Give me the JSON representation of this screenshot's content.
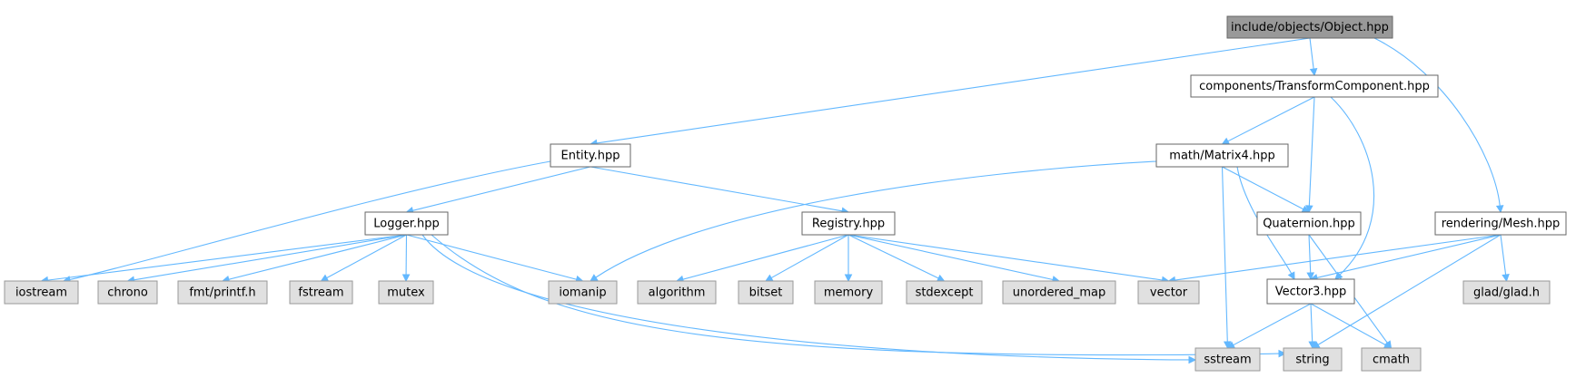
{
  "colors": {
    "edge": "#63b8ff",
    "root_fill": "#999999",
    "root_stroke": "#666666",
    "local_fill": "#ffffff",
    "local_stroke": "#666666",
    "system_fill": "#e0e0e0",
    "system_stroke": "#999999"
  },
  "nodes": [
    {
      "id": "object",
      "label": "include/objects/Object.hpp",
      "kind": "root"
    },
    {
      "id": "transform",
      "label": "components/TransformComponent.hpp",
      "kind": "local"
    },
    {
      "id": "entity",
      "label": "Entity.hpp",
      "kind": "local"
    },
    {
      "id": "matrix4",
      "label": "math/Matrix4.hpp",
      "kind": "local"
    },
    {
      "id": "logger",
      "label": "Logger.hpp",
      "kind": "local"
    },
    {
      "id": "registry",
      "label": "Registry.hpp",
      "kind": "local"
    },
    {
      "id": "quaternion",
      "label": "Quaternion.hpp",
      "kind": "local"
    },
    {
      "id": "mesh",
      "label": "rendering/Mesh.hpp",
      "kind": "local"
    },
    {
      "id": "vector3",
      "label": "Vector3.hpp",
      "kind": "local"
    },
    {
      "id": "iostream",
      "label": "iostream",
      "kind": "system"
    },
    {
      "id": "chrono",
      "label": "chrono",
      "kind": "system"
    },
    {
      "id": "fmt",
      "label": "fmt/printf.h",
      "kind": "system"
    },
    {
      "id": "fstream",
      "label": "fstream",
      "kind": "system"
    },
    {
      "id": "mutex",
      "label": "mutex",
      "kind": "system"
    },
    {
      "id": "iomanip",
      "label": "iomanip",
      "kind": "system"
    },
    {
      "id": "algorithm",
      "label": "algorithm",
      "kind": "system"
    },
    {
      "id": "bitset",
      "label": "bitset",
      "kind": "system"
    },
    {
      "id": "memory",
      "label": "memory",
      "kind": "system"
    },
    {
      "id": "stdexcept",
      "label": "stdexcept",
      "kind": "system"
    },
    {
      "id": "unordered_map",
      "label": "unordered_map",
      "kind": "system"
    },
    {
      "id": "vector",
      "label": "vector",
      "kind": "system"
    },
    {
      "id": "glad",
      "label": "glad/glad.h",
      "kind": "system"
    },
    {
      "id": "sstream",
      "label": "sstream",
      "kind": "system"
    },
    {
      "id": "string",
      "label": "string",
      "kind": "system"
    },
    {
      "id": "cmath",
      "label": "cmath",
      "kind": "system"
    }
  ],
  "edges": [
    {
      "from": "object",
      "to": "entity"
    },
    {
      "from": "object",
      "to": "transform"
    },
    {
      "from": "object",
      "to": "mesh"
    },
    {
      "from": "transform",
      "to": "matrix4"
    },
    {
      "from": "transform",
      "to": "quaternion"
    },
    {
      "from": "transform",
      "to": "vector3"
    },
    {
      "from": "entity",
      "to": "logger"
    },
    {
      "from": "entity",
      "to": "registry"
    },
    {
      "from": "entity",
      "to": "iostream"
    },
    {
      "from": "matrix4",
      "to": "iomanip"
    },
    {
      "from": "matrix4",
      "to": "quaternion"
    },
    {
      "from": "matrix4",
      "to": "vector3"
    },
    {
      "from": "matrix4",
      "to": "sstream"
    },
    {
      "from": "logger",
      "to": "iostream"
    },
    {
      "from": "logger",
      "to": "chrono"
    },
    {
      "from": "logger",
      "to": "fmt"
    },
    {
      "from": "logger",
      "to": "fstream"
    },
    {
      "from": "logger",
      "to": "mutex"
    },
    {
      "from": "logger",
      "to": "iomanip"
    },
    {
      "from": "logger",
      "to": "sstream"
    },
    {
      "from": "logger",
      "to": "string"
    },
    {
      "from": "registry",
      "to": "algorithm"
    },
    {
      "from": "registry",
      "to": "bitset"
    },
    {
      "from": "registry",
      "to": "memory"
    },
    {
      "from": "registry",
      "to": "stdexcept"
    },
    {
      "from": "registry",
      "to": "unordered_map"
    },
    {
      "from": "registry",
      "to": "vector"
    },
    {
      "from": "quaternion",
      "to": "vector3"
    },
    {
      "from": "quaternion",
      "to": "cmath"
    },
    {
      "from": "mesh",
      "to": "vector"
    },
    {
      "from": "mesh",
      "to": "vector3"
    },
    {
      "from": "mesh",
      "to": "glad"
    },
    {
      "from": "mesh",
      "to": "string"
    },
    {
      "from": "vector3",
      "to": "sstream"
    },
    {
      "from": "vector3",
      "to": "string"
    },
    {
      "from": "vector3",
      "to": "cmath"
    }
  ]
}
